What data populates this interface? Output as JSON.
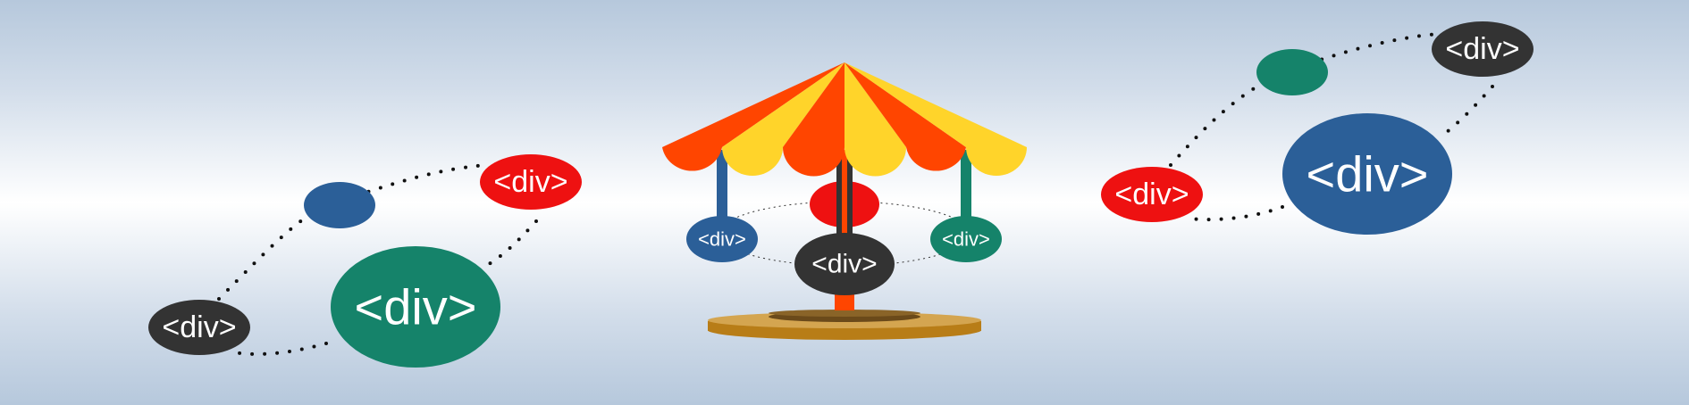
{
  "element_label": "<div>",
  "colors": {
    "background_edge": "#b6c8dc",
    "background_center": "#ffffff",
    "dark": "#333333",
    "red": "#ee1111",
    "blue": "#2b5f98",
    "green": "#15836a",
    "canopy_orange": "#ff4500",
    "canopy_yellow": "#ffd42a",
    "base_brown": "#b87d17"
  },
  "groups": [
    {
      "name": "left-orbit",
      "bubbles": [
        "dark",
        "blue",
        "red",
        "green"
      ]
    },
    {
      "name": "carousel",
      "bubbles": [
        "red",
        "blue",
        "dark",
        "green"
      ]
    },
    {
      "name": "right-orbit",
      "bubbles": [
        "red",
        "green",
        "dark",
        "blue"
      ]
    }
  ]
}
